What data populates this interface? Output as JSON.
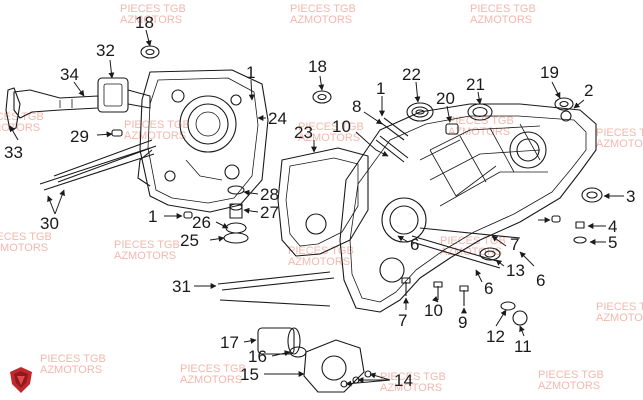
{
  "watermark": {
    "line1": "PIECES TGB",
    "line2": "AZMOTORS"
  },
  "labels": [
    "18",
    "32",
    "34",
    "33",
    "29",
    "30",
    "1",
    "24",
    "18",
    "23",
    "10",
    "8",
    "1",
    "22",
    "20",
    "21",
    "19",
    "2",
    "3",
    "4",
    "5",
    "28",
    "27",
    "26",
    "25",
    "1",
    "31",
    "7",
    "6",
    "13",
    "6",
    "6",
    "7",
    "10",
    "9",
    "12",
    "11",
    "17",
    "16",
    "15",
    "14"
  ],
  "colors": {
    "stroke": "#1a1a1a",
    "watermark": "#f2b8ae",
    "logo": "#c0282d"
  },
  "icons": {
    "logo": "shield-logo-icon"
  }
}
